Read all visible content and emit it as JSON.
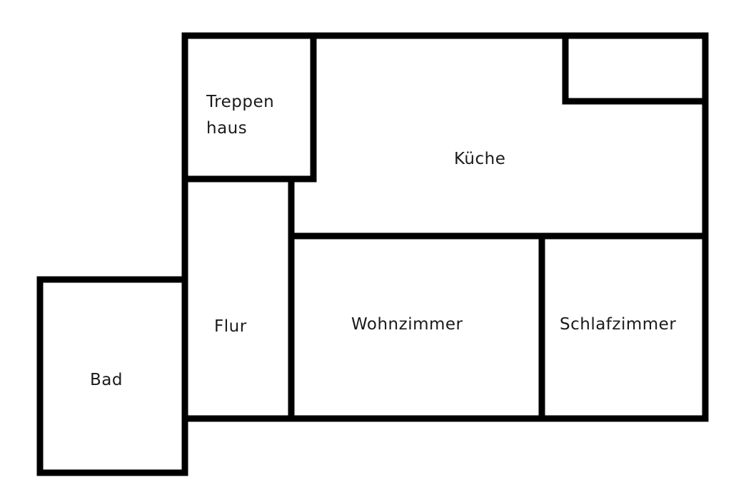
{
  "floorplan": {
    "rooms": {
      "stairwell": {
        "line1": "Treppen",
        "line2": "haus"
      },
      "kitchen": "Küche",
      "hallway": "Flur",
      "living_room": "Wohnzimmer",
      "bedroom": "Schlafzimmer",
      "bathroom": "Bad"
    },
    "wall_color": "#000000",
    "background_color": "#ffffff"
  }
}
